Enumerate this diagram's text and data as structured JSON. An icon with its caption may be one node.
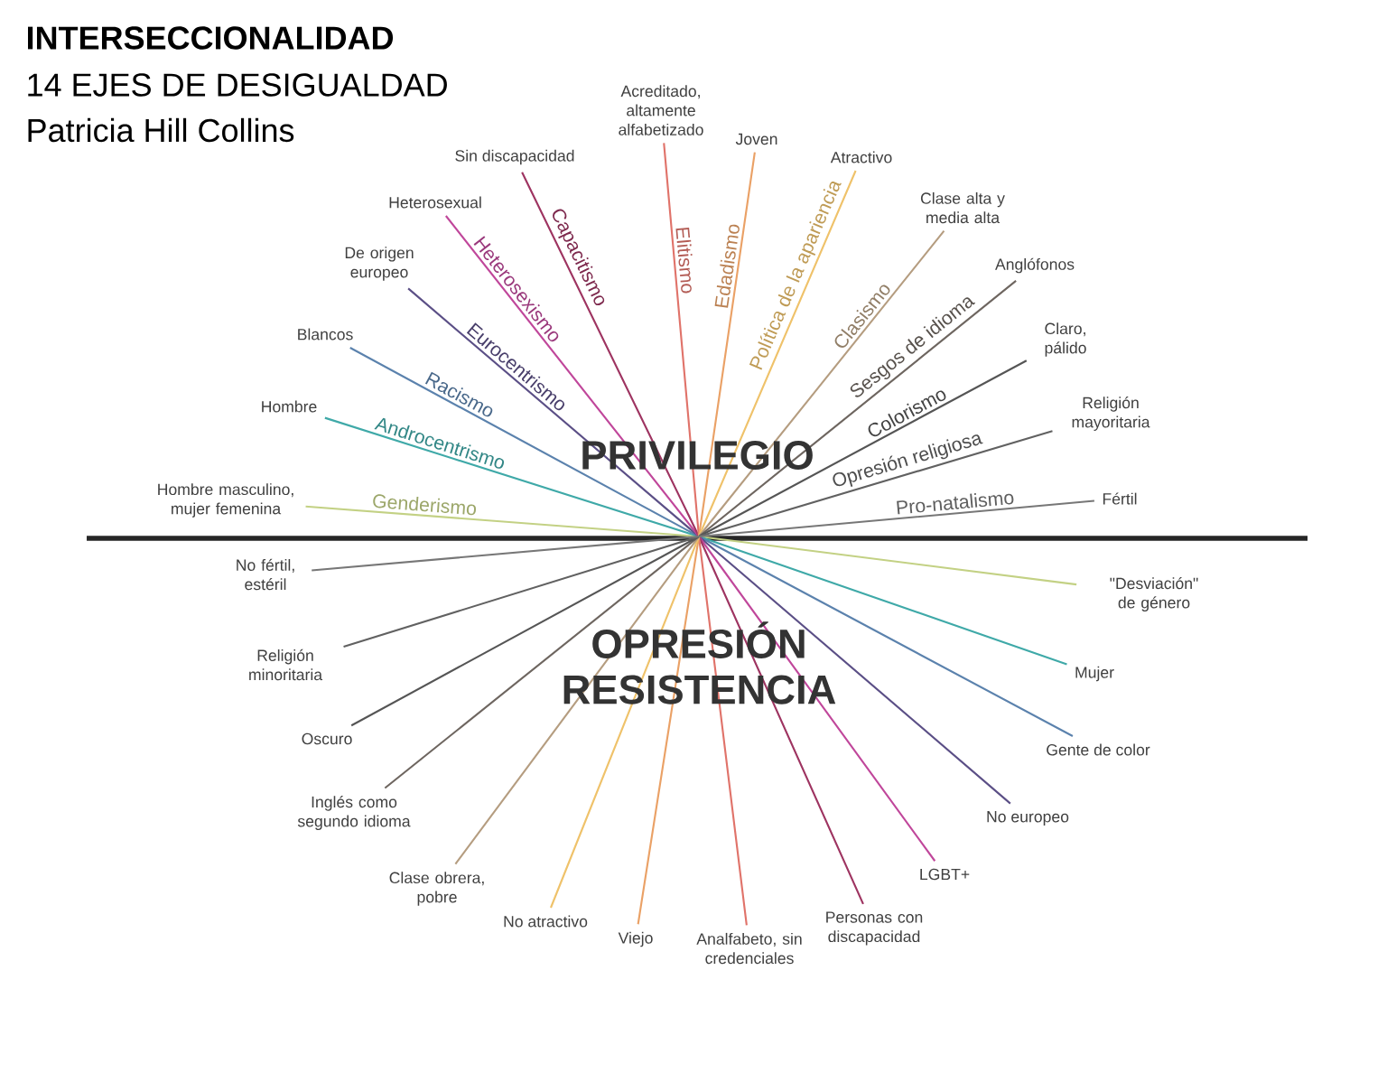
{
  "diagram": {
    "title": "INTERSECCIONALIDAD",
    "nodes": [
      {
        "text": [
          "Hombre masculino, mujer femenina"
        ]
      },
      {
        "text": [
          "Hombre"
        ]
      },
      {
        "text": [
          "Blancos"
        ]
      },
      {
        "text": [
          "De origen europeo"
        ]
      },
      {
        "text": [
          "Heterosexual"
        ]
      },
      {
        "text": [
          "Sin discapacidad"
        ]
      },
      {
        "text": [
          "Acreditado, altamente alfabetizado"
        ]
      },
      {
        "text": [
          "Joven"
        ]
      },
      {
        "text": [
          "Atractivo"
        ]
      },
      {
        "text": [
          "Clase alta y media alta"
        ]
      },
      {
        "text": [
          "Anglófonos"
        ]
      },
      {
        "text": [
          "Claro, pálido"
        ]
      },
      {
        "text": [
          "Religión mayoritaria"
        ]
      },
      {
        "text": [
          "Fértil"
        ]
      },
      {
        "text": [
          "\"Desviación\" de género"
        ]
      },
      {
        "text": [
          "Mujer"
        ]
      },
      {
        "text": [
          "Gente de color"
        ]
      },
      {
        "text": [
          "No europeo"
        ]
      },
      {
        "text": [
          "LGBT+"
        ]
      },
      {
        "text": [
          "Personas con discapacidad"
        ]
      },
      {
        "text": [
          "Analfabeto, sin credenciales"
        ]
      },
      {
        "text": [
          "Viejo"
        ]
      },
      {
        "text": [
          "No atractivo"
        ]
      },
      {
        "text": [
          "Clase obrera, pobre"
        ]
      },
      {
        "text": [
          "Inglés como segundo idioma"
        ]
      },
      {
        "text": [
          "Oscuro"
        ]
      },
      {
        "text": [
          "Religión minoritaria"
        ]
      },
      {
        "text": [
          "No fértil, estéril"
        ]
      }
    ],
    "edges": [
      {
        "from": 0,
        "to": 14,
        "arrow": "none",
        "label": "Genderismo",
        "color": "#c3d184"
      },
      {
        "from": 1,
        "to": 15,
        "arrow": "none",
        "label": "Androcentrismo",
        "color": "#3fa9a8"
      },
      {
        "from": 2,
        "to": 16,
        "arrow": "none",
        "label": "Racismo",
        "color": "#5b82ad"
      },
      {
        "from": 3,
        "to": 17,
        "arrow": "none",
        "label": "Eurocentrismo",
        "color": "#5b4f86"
      },
      {
        "from": 4,
        "to": 18,
        "arrow": "none",
        "label": "Heterosexismo",
        "color": "#c0479b"
      },
      {
        "from": 5,
        "to": 19,
        "arrow": "none",
        "label": "Capacitismo",
        "color": "#9e3461"
      },
      {
        "from": 6,
        "to": 20,
        "arrow": "none",
        "label": "Elitismo",
        "color": "#e0736a"
      },
      {
        "from": 7,
        "to": 21,
        "arrow": "none",
        "label": "Edadismo",
        "color": "#eaa166"
      },
      {
        "from": 8,
        "to": 22,
        "arrow": "none",
        "label": "Política de la apariencia",
        "color": "#efc26a"
      },
      {
        "from": 9,
        "to": 23,
        "arrow": "none",
        "label": "Clasismo",
        "color": "#b59d80"
      },
      {
        "from": 10,
        "to": 24,
        "arrow": "none",
        "label": "Sesgos de idioma",
        "color": "#6e6660"
      },
      {
        "from": 11,
        "to": 25,
        "arrow": "none",
        "label": "Colorismo",
        "color": "#555555"
      },
      {
        "from": 12,
        "to": 26,
        "arrow": "none",
        "label": "Opresión religiosa",
        "color": "#616161"
      },
      {
        "from": 13,
        "to": 27,
        "arrow": "none",
        "label": "Pro-natalismo",
        "color": "#777777"
      }
    ],
    "labels": [
      "14 EJES DE DESIGUALDAD",
      "Patricia Hill Collins",
      "PRIVILEGIO",
      "OPRESIÓN RESISTENCIA"
    ]
  }
}
